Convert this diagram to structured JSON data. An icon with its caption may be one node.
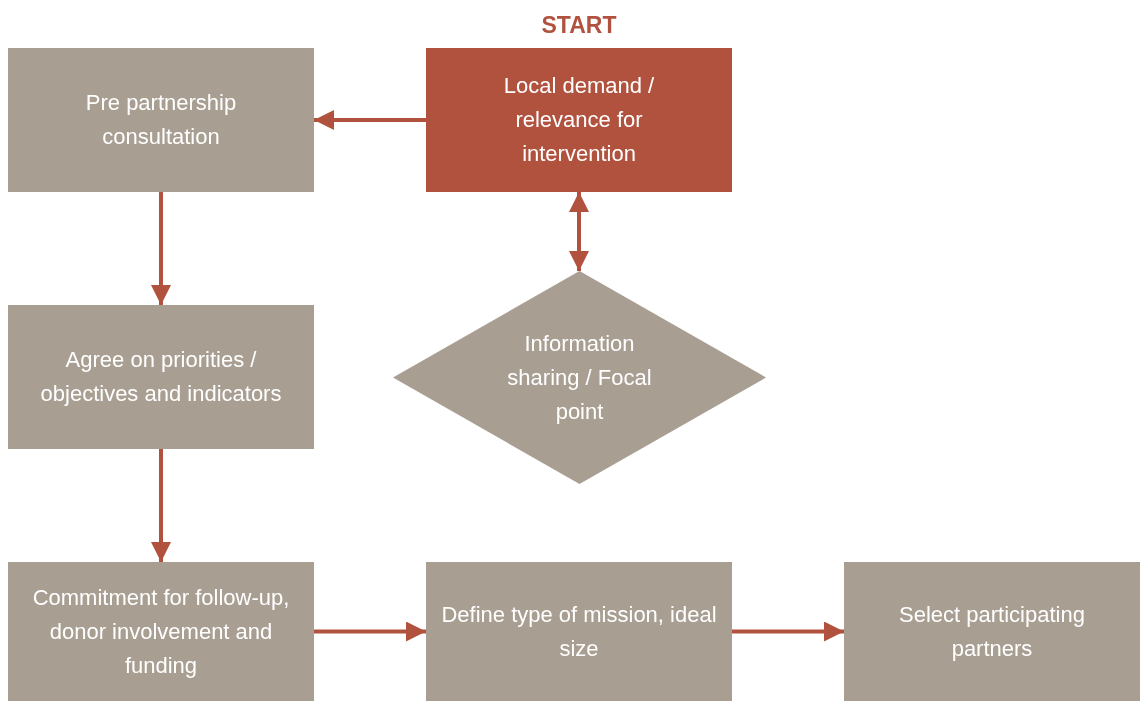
{
  "diagram": {
    "nodes": [
      {
        "text": [
          "Pre partnership consultation"
        ]
      },
      {
        "text": [
          "Local demand / relevance for intervention"
        ]
      },
      {
        "text": [
          "Information sharing / Focal point"
        ]
      },
      {
        "text": [
          "Agree on priorities / objectives and indicators"
        ]
      },
      {
        "text": [
          "Commitment for follow-up, donor involvement and funding"
        ]
      },
      {
        "text": [
          "Define type of mission, ideal size"
        ]
      },
      {
        "text": [
          "Select participating partners"
        ]
      }
    ],
    "edges": [
      {
        "from": 1,
        "to": 0,
        "arrow": "to"
      },
      {
        "from": 1,
        "to": 2,
        "arrow": "both"
      },
      {
        "from": 0,
        "to": 3,
        "arrow": "to"
      },
      {
        "from": 3,
        "to": 4,
        "arrow": "to"
      },
      {
        "from": 4,
        "to": 5,
        "arrow": "to"
      },
      {
        "from": 5,
        "to": 6,
        "arrow": "to"
      }
    ],
    "labels": [
      "START"
    ]
  }
}
